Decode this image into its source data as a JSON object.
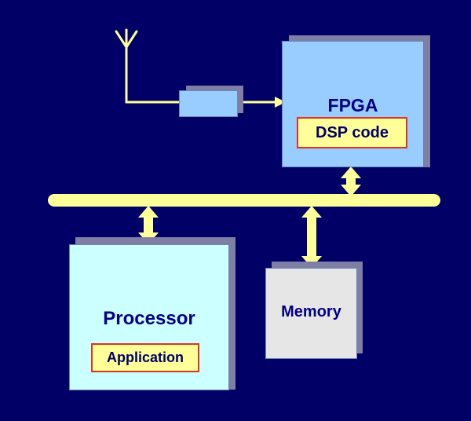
{
  "fpga": {
    "title": "FPGA",
    "code": "DSP code"
  },
  "processor": {
    "title": "Processor",
    "code": "Application"
  },
  "memory": {
    "title": "Memory"
  },
  "colors": {
    "background": "#000066",
    "fpga_fill": "#99ccff",
    "processor_fill": "#ccffff",
    "memory_fill": "#e6e6e6",
    "bus_fill": "#ffff99",
    "chip_border": "#e0321e",
    "text": "#000080"
  }
}
